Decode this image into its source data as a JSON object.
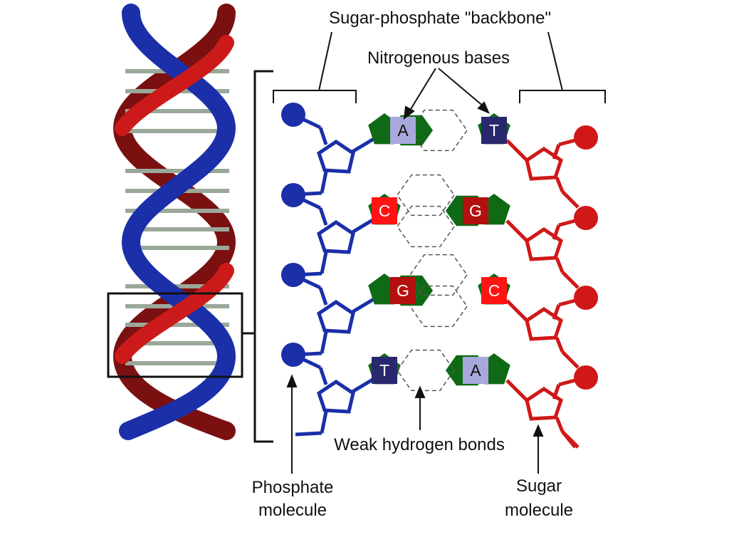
{
  "labels": {
    "backbone": "Sugar-phosphate \"backbone\"",
    "bases": "Nitrogenous bases",
    "hydrogen": "Weak hydrogen bonds",
    "phosphate_line1": "Phosphate",
    "phosphate_line2": "molecule",
    "sugar_line1": "Sugar",
    "sugar_line2": "molecule"
  },
  "base_pairs": [
    {
      "left": "A",
      "right": "T"
    },
    {
      "left": "C",
      "right": "G"
    },
    {
      "left": "G",
      "right": "C"
    },
    {
      "left": "T",
      "right": "A"
    }
  ],
  "colors": {
    "left_strand": "#1a2fa8",
    "right_strand": "#d01818",
    "base_ring": "#0e6a14",
    "A_box": "#a8a8dc",
    "T_box": "#28286e",
    "C_box": "#ff1414",
    "G_box": "#b41010",
    "helix_rungs": "#9aa89a"
  }
}
